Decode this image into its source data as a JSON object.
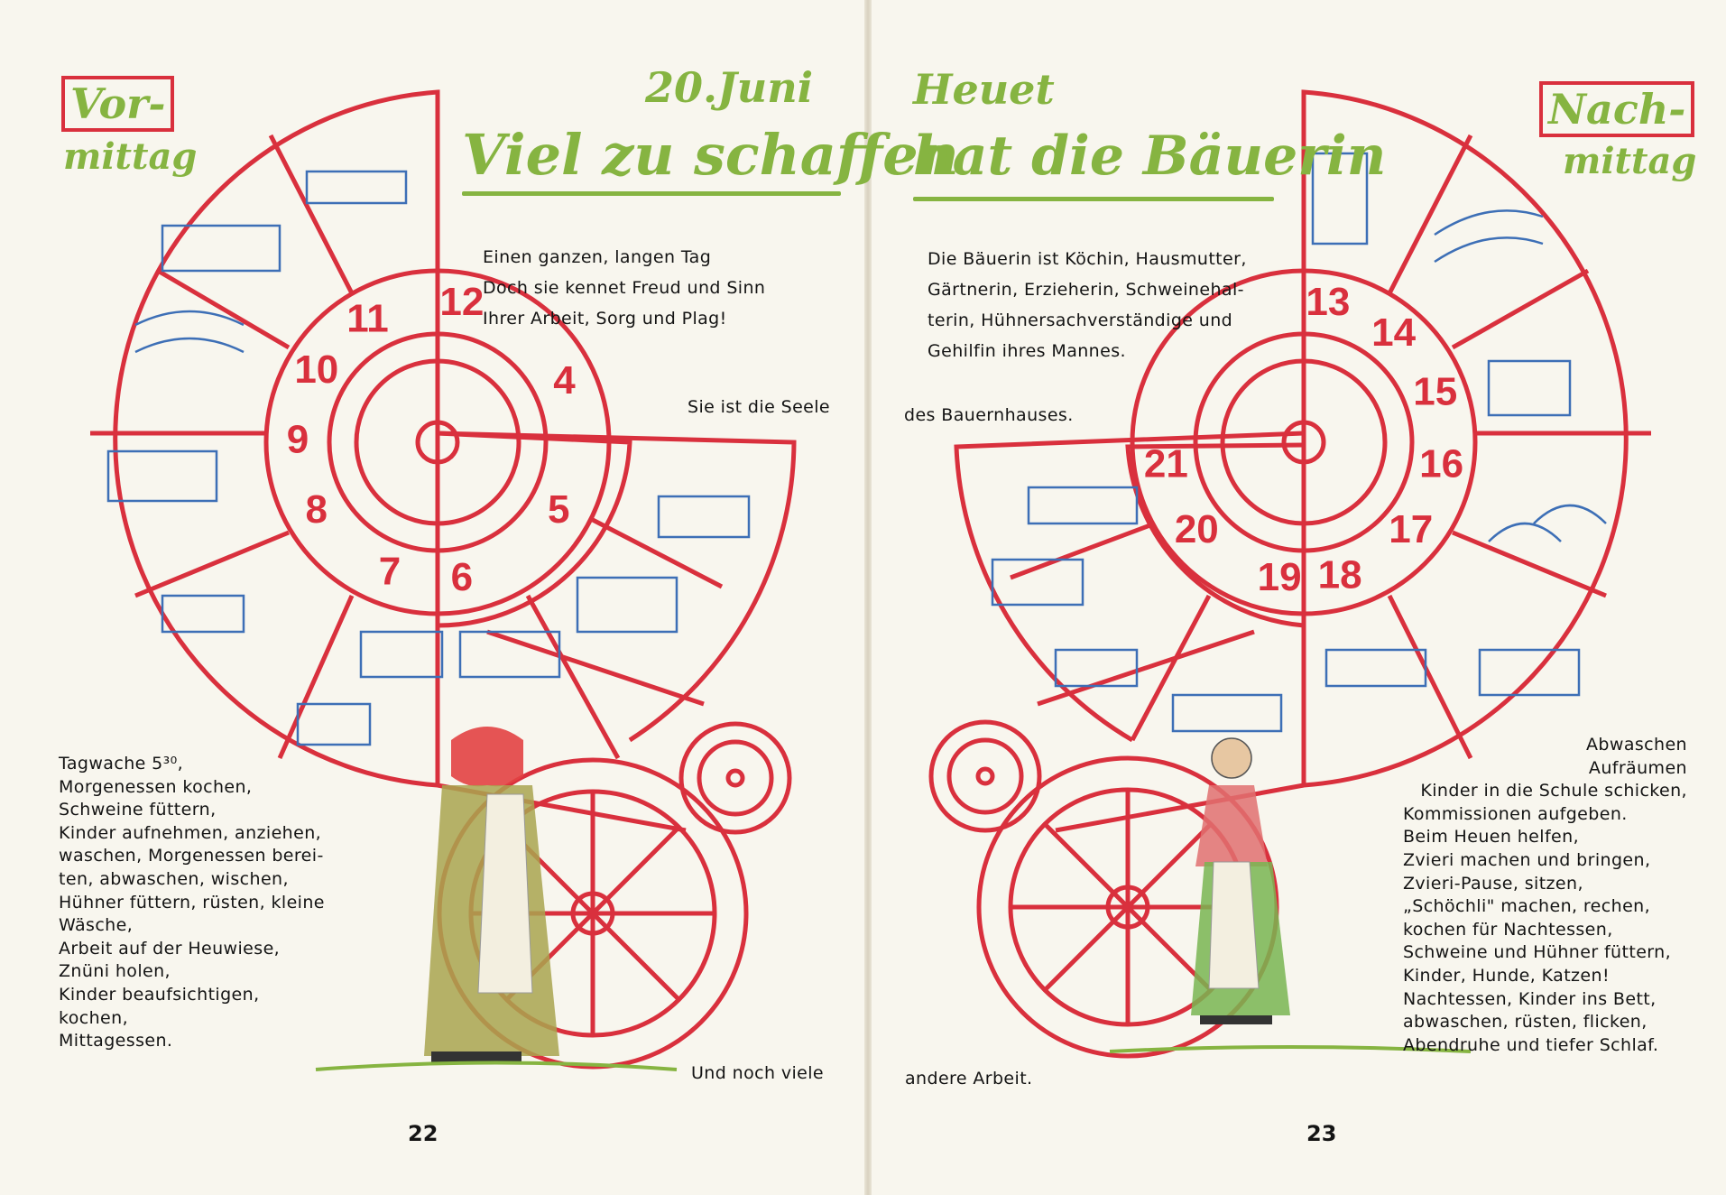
{
  "left": {
    "label_vor": "Vor-",
    "label_mittag": "mittag",
    "date": "20.Juni",
    "title": "Viel zu schaffen",
    "poem": [
      "Einen ganzen, langen Tag",
      "Doch sie kennet Freud und Sinn",
      "Ihrer Arbeit, Sorg und Plag!"
    ],
    "seele": "Sie ist die Seele",
    "noch": "Und noch viele",
    "schedule": [
      "Tagwache 5³⁰,",
      "Morgenessen kochen,",
      "Schweine füttern,",
      "Kinder aufnehmen, anziehen,",
      "waschen, Morgenessen berei-",
      "ten, abwaschen, wischen,",
      "Hühner füttern, rüsten, kleine",
      "Wäsche,",
      "Arbeit auf der Heuwiese,",
      "Znüni holen,",
      "Kinder beaufsichtigen,",
      "kochen,",
      "Mittagessen."
    ],
    "hours": [
      "4",
      "5",
      "6",
      "7",
      "8",
      "9",
      "10",
      "11",
      "12"
    ],
    "page_number": "22"
  },
  "right": {
    "label_nach": "Nach-",
    "label_mittag": "mittag",
    "heuet": "Heuet",
    "title": "hat die Bäuerin",
    "intro": [
      "Die Bäuerin ist Köchin, Hausmutter,",
      "Gärtnerin, Erzieherin, Schweinehal-",
      "terin, Hühnersachverständige und",
      "Gehilfin ihres Mannes."
    ],
    "bauernhaus": "des Bauernhauses.",
    "andere": "andere Arbeit.",
    "schedule": [
      "Abwaschen",
      "Aufräumen",
      "Kinder in die Schule schicken,",
      "Kommissionen aufgeben.",
      "Beim Heuen helfen,",
      "Zvieri machen und bringen,",
      "Zvieri-Pause, sitzen,",
      "„Schöchli\" machen, rechen,",
      "kochen für Nachtessen,",
      "Schweine und Hühner füttern,",
      "Kinder, Hunde, Katzen!",
      "Nachtessen, Kinder ins Bett,",
      "abwaschen, rüsten, flicken,",
      "Abendruhe und tiefer Schlaf."
    ],
    "hours": [
      "13",
      "14",
      "15",
      "16",
      "17",
      "18",
      "19",
      "20",
      "21"
    ],
    "page_number": "23"
  },
  "colors": {
    "red": "#d9303d",
    "green": "#86b441",
    "blue": "#3d6fb6",
    "paper": "#f8f6ee"
  }
}
